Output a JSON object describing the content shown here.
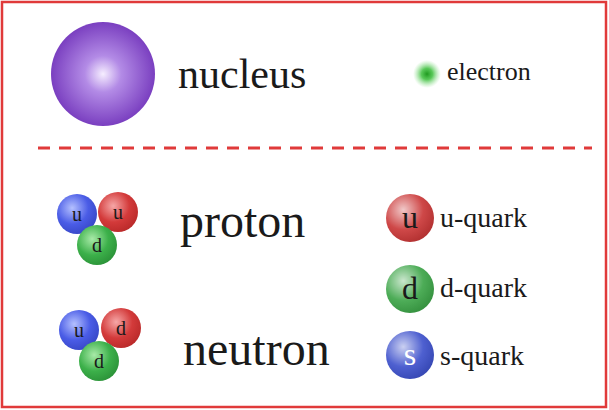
{
  "diagram": {
    "nodes": [
      {
        "text": [
          "u"
        ]
      },
      {
        "text": [
          "u"
        ]
      },
      {
        "text": [
          "d"
        ]
      },
      {
        "text": [
          "d"
        ]
      },
      {
        "text": [
          "u"
        ]
      },
      {
        "text": [
          "d"
        ]
      }
    ],
    "labels": [
      "nucleus",
      "electron",
      "proton",
      "neutron",
      "u",
      "d",
      "s"
    ],
    "legend": [
      {
        "text": "u-quark",
        "color": "#c62828"
      },
      {
        "text": "d-quark",
        "color": "#2e9e3a"
      },
      {
        "text": "s-quark",
        "color": "#2f44c8"
      }
    ]
  }
}
